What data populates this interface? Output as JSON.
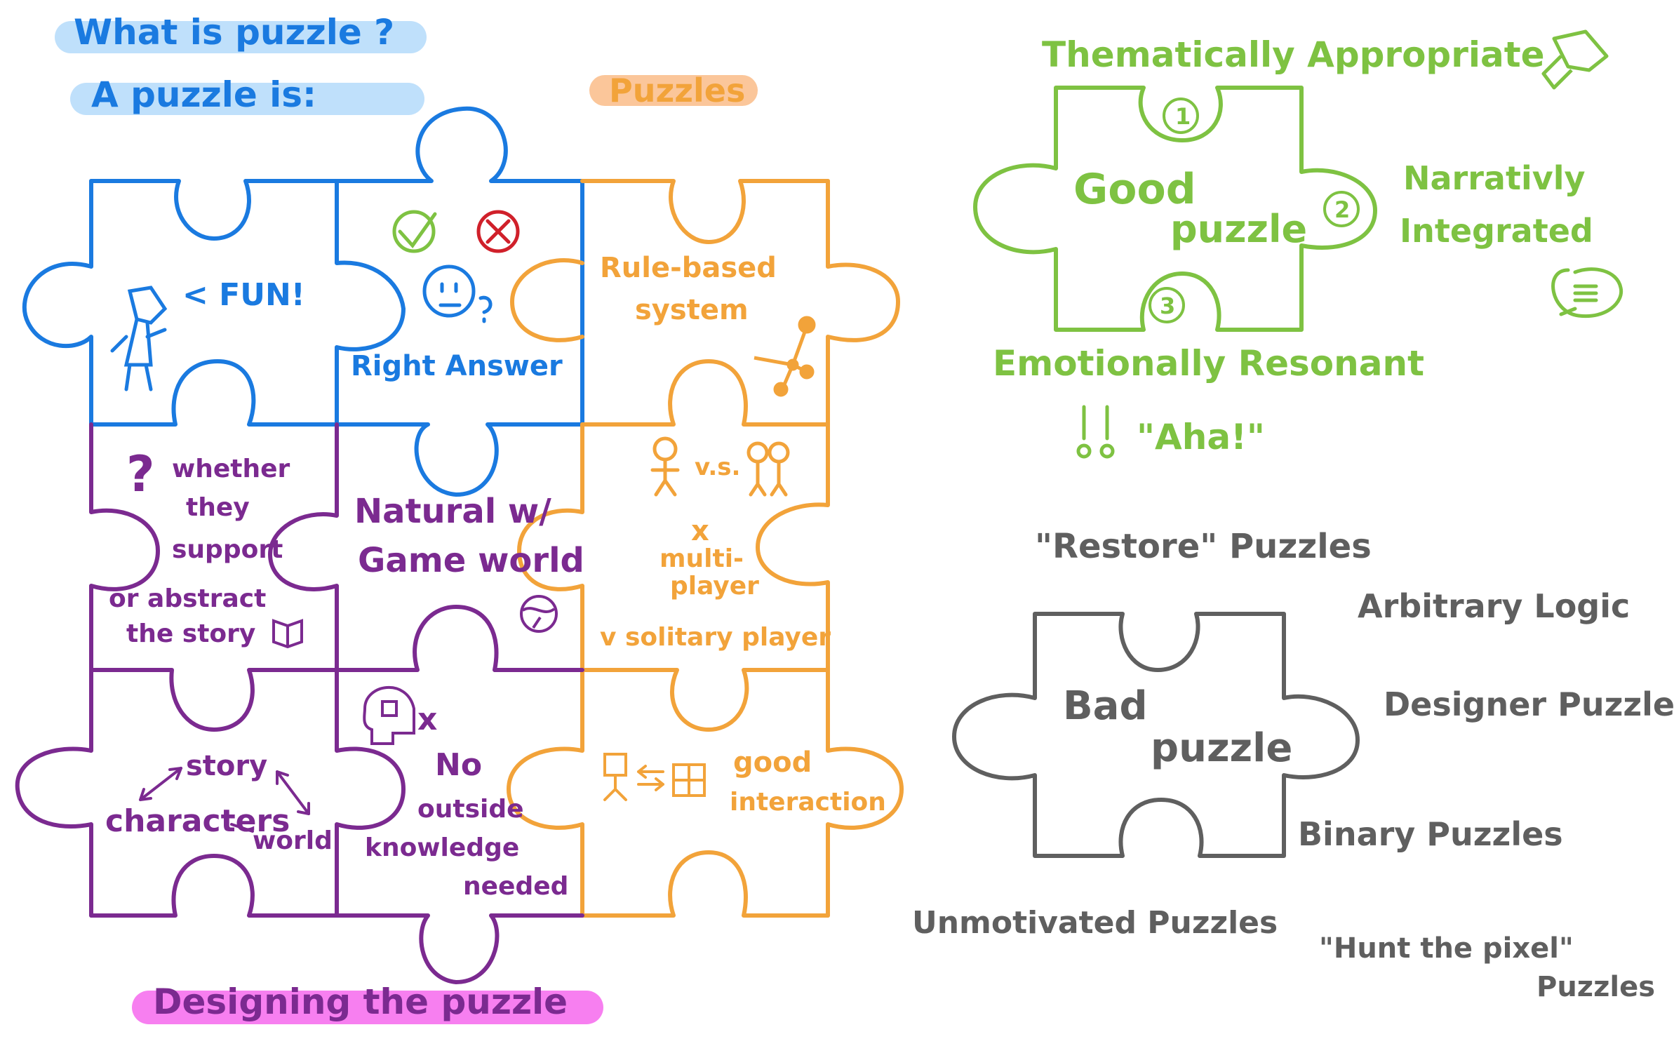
{
  "colors": {
    "blue": "#1a7ae0",
    "purple": "#7b2a90",
    "orange": "#f2a33a",
    "green": "#7ec242",
    "gray": "#5f5f5f",
    "red": "#d0202a",
    "highlight_blue": "#bfe0fb",
    "highlight_orange": "#fbc69a",
    "highlight_pink": "#f77ff0"
  },
  "header": {
    "title": "What is puzzle ?",
    "subtitle": "A puzzle is:",
    "orange_tag": "Puzzles",
    "bottom_tag": "Designing the puzzle"
  },
  "grid": {
    "fun": "< FUN!",
    "right_answer": "Right Answer",
    "rule_based_1": "Rule-based",
    "rule_based_2": "system",
    "whether_1": "whether",
    "whether_2": "they",
    "whether_3": "support",
    "whether_4": "or abstract",
    "whether_5": "the story",
    "natural_1": "Natural w/",
    "natural_2": "Game world",
    "vs": "v.s.",
    "x_mark": "x",
    "multi_1": "multi-",
    "multi_2": "player",
    "solitary": "v solitary player",
    "story": "story",
    "characters": "characters",
    "world": "world",
    "no_1": "No",
    "no_2": "outside",
    "no_3": "knowledge",
    "no_4": "needed",
    "x_after_head": "x",
    "good_1": "good",
    "good_2": "interaction"
  },
  "good_puzzle": {
    "thematic": "Thematically Appropriate",
    "good": "Good",
    "puzzle": "puzzle",
    "n1": "1",
    "n2": "2",
    "n3": "3",
    "narrative_1": "Narrativly",
    "narrative_2": "Integrated",
    "emotional": "Emotionally Resonant",
    "aha": "\"Aha!\""
  },
  "bad_puzzle": {
    "restore": "\"Restore\" Puzzles",
    "bad": "Bad",
    "puzzle": "puzzle",
    "arbitrary": "Arbitrary Logic",
    "designer": "Designer Puzzles",
    "binary": "Binary Puzzles",
    "unmotivated": "Unmotivated Puzzles",
    "hunt_1": "\"Hunt the pixel\"",
    "hunt_2": "Puzzles"
  }
}
